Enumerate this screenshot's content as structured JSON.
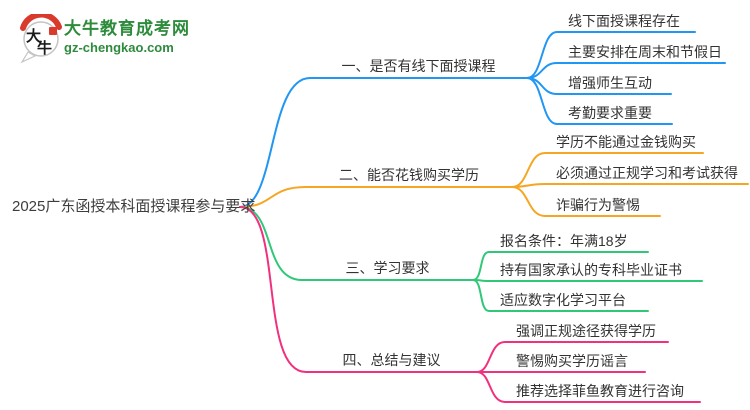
{
  "logo": {
    "char_top": "大",
    "char_bottom": "牛",
    "site_name": "大牛教育成考网",
    "site_url": "gz-chengkao.com",
    "brand_green": "#2E8B3C",
    "seal_red": "#D93A2B"
  },
  "mindmap": {
    "root": {
      "label": "2025广东函授本科面授课程参与要求"
    },
    "branches": [
      {
        "label": "一、是否有线下面授课程",
        "color": "#2196F3",
        "children": [
          "线下面授课程存在",
          "主要安排在周末和节假日",
          "增强师生互动",
          "考勤要求重要"
        ]
      },
      {
        "label": "二、能否花钱购买学历",
        "color": "#F5A623",
        "children": [
          "学历不能通过金钱购买",
          "必须通过正规学习和考试获得",
          "诈骗行为警惕"
        ]
      },
      {
        "label": "三、学习要求",
        "color": "#30C878",
        "children": [
          "报名条件：年满18岁",
          "持有国家承认的专科毕业证书",
          "适应数字化学习平台"
        ]
      },
      {
        "label": "四、总结与建议",
        "color": "#F1307E",
        "children": [
          "强调正规途径获得学历",
          "警惕购买学历谣言",
          "推荐选择菲鱼教育进行咨询"
        ]
      }
    ]
  }
}
